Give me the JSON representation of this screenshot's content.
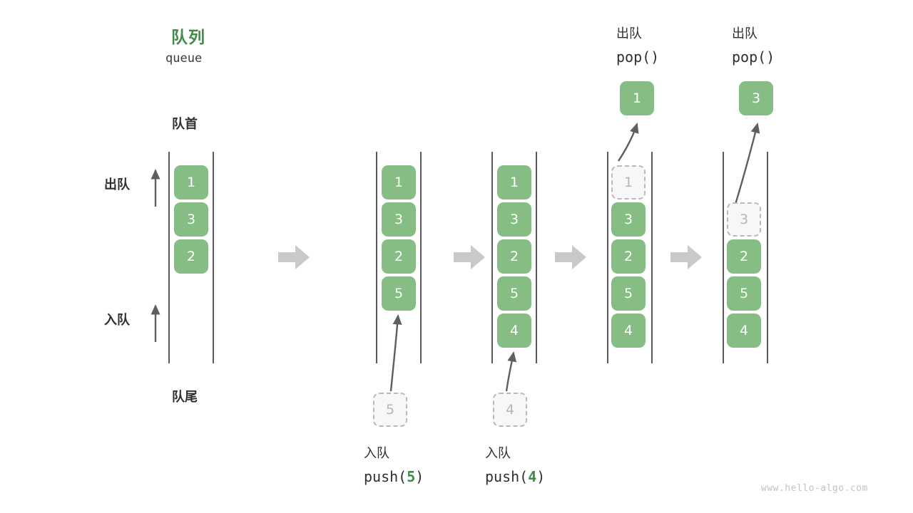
{
  "diagram": {
    "title_cn": "队列",
    "title_en": "queue",
    "front_label": "队首",
    "rear_label": "队尾",
    "dequeue_label": "出队",
    "enqueue_label": "入队",
    "watermark": "www.hello-algo.com",
    "colors": {
      "element_fill": "#86bd85",
      "element_text": "#ffffff",
      "ghost_fill": "#f7f7f7",
      "ghost_border": "#b9b9b9",
      "ghost_text": "#b5b5b5",
      "rail": "#5a5a5a",
      "accent_green": "#3f8b47",
      "text": "#2f2f2f",
      "step_arrow": "#c9c9c9",
      "thin_arrow": "#5f5f5f",
      "watermark": "#c2c2c2"
    }
  },
  "steps": [
    {
      "id": "initial",
      "caption_cn": "",
      "caption_code": "",
      "cells": [
        {
          "value": "1",
          "state": "filled"
        },
        {
          "value": "3",
          "state": "filled"
        },
        {
          "value": "2",
          "state": "filled"
        }
      ]
    },
    {
      "id": "push-5",
      "caption_cn": "入队",
      "caption_code": "push(5)",
      "caption_arg": "5",
      "incoming": "5",
      "cells": [
        {
          "value": "1",
          "state": "filled"
        },
        {
          "value": "3",
          "state": "filled"
        },
        {
          "value": "2",
          "state": "filled"
        },
        {
          "value": "5",
          "state": "filled"
        }
      ]
    },
    {
      "id": "push-4",
      "caption_cn": "入队",
      "caption_code": "push(4)",
      "caption_arg": "4",
      "incoming": "4",
      "cells": [
        {
          "value": "1",
          "state": "filled"
        },
        {
          "value": "3",
          "state": "filled"
        },
        {
          "value": "2",
          "state": "filled"
        },
        {
          "value": "5",
          "state": "filled"
        },
        {
          "value": "4",
          "state": "filled"
        }
      ]
    },
    {
      "id": "pop-1",
      "caption_cn": "出队",
      "caption_code": "pop()",
      "outgoing": "1",
      "cells": [
        {
          "value": "1",
          "state": "ghost"
        },
        {
          "value": "3",
          "state": "filled"
        },
        {
          "value": "2",
          "state": "filled"
        },
        {
          "value": "5",
          "state": "filled"
        },
        {
          "value": "4",
          "state": "filled"
        }
      ]
    },
    {
      "id": "pop-3",
      "caption_cn": "出队",
      "caption_code": "pop()",
      "outgoing": "3",
      "cells": [
        {
          "value": "3",
          "state": "ghost"
        },
        {
          "value": "2",
          "state": "filled"
        },
        {
          "value": "5",
          "state": "filled"
        },
        {
          "value": "4",
          "state": "filled"
        }
      ]
    }
  ]
}
